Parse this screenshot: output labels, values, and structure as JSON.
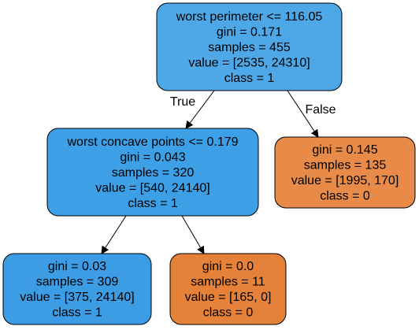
{
  "colors": {
    "blue_dark": "#3c9de5",
    "blue_light": "#4ea8e8",
    "orange": "#e58139",
    "orange_light": "#e78a47",
    "stroke": "#000000"
  },
  "nodes": [
    {
      "id": "root",
      "lines": [
        "worst perimeter <= 116.05",
        "gini = 0.171",
        "samples = 455",
        "value = [2535, 24310]",
        "class = 1"
      ],
      "fill": "#4ea8e8"
    },
    {
      "id": "left",
      "lines": [
        "worst concave points <= 0.179",
        "gini = 0.043",
        "samples = 320",
        "value = [540, 24140]",
        "class = 1"
      ],
      "fill": "#3d9fe6"
    },
    {
      "id": "right",
      "lines": [
        "gini = 0.145",
        "samples = 135",
        "value = [1995, 170]",
        "class = 0"
      ],
      "fill": "#e88a48"
    },
    {
      "id": "left-left",
      "lines": [
        "gini = 0.03",
        "samples = 309",
        "value = [375, 24140]",
        "class = 1"
      ],
      "fill": "#3c9de5"
    },
    {
      "id": "left-right",
      "lines": [
        "gini = 0.0",
        "samples = 11",
        "value = [165, 0]",
        "class = 0"
      ],
      "fill": "#e58139"
    }
  ],
  "edges": [
    {
      "from": "root",
      "to": "left",
      "label": "True"
    },
    {
      "from": "root",
      "to": "right",
      "label": "False"
    },
    {
      "from": "left",
      "to": "left-left",
      "label": ""
    },
    {
      "from": "left",
      "to": "left-right",
      "label": ""
    }
  ]
}
